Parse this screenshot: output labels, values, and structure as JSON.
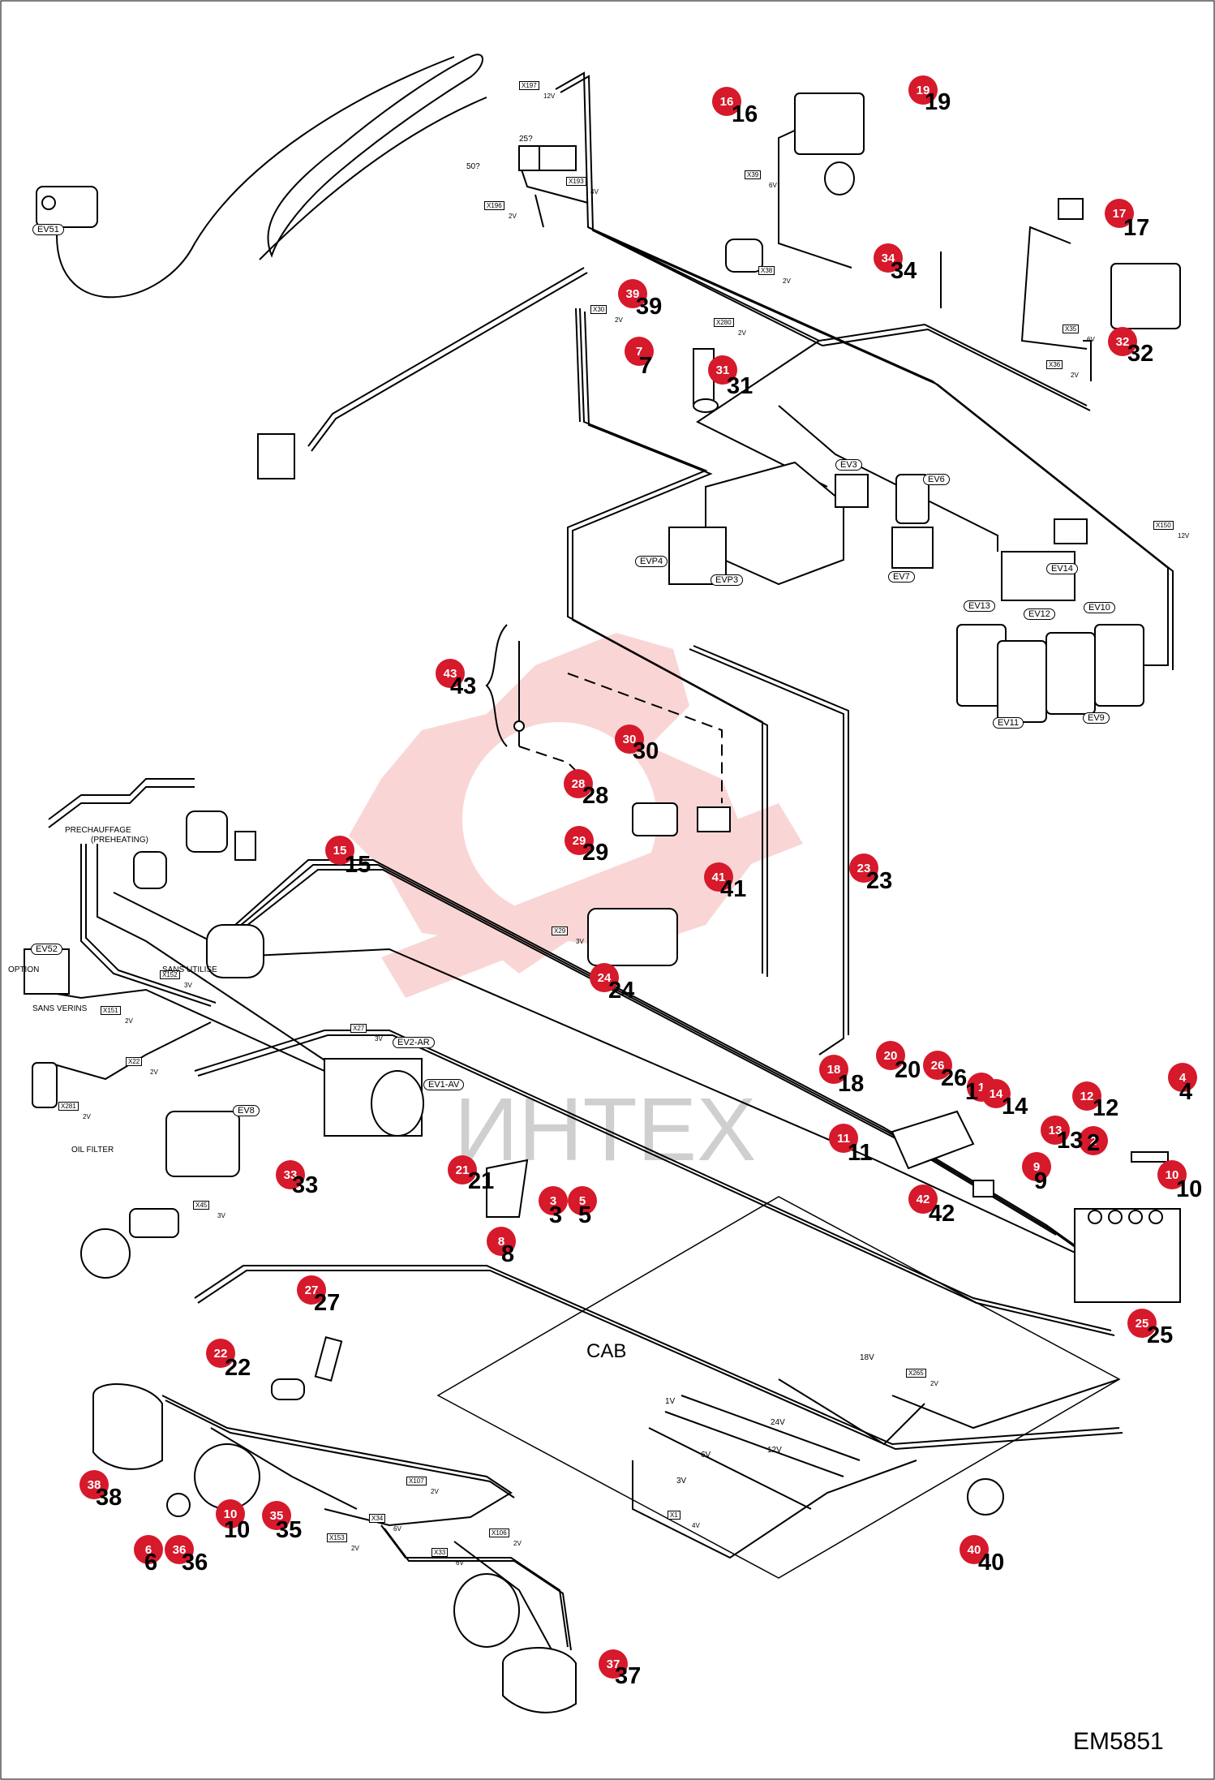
{
  "doc_id": "EM5851",
  "cab_label": "CAB",
  "watermark": "ИНТЕХ",
  "ev_labels": [
    "EV51",
    "EV3",
    "EV6",
    "EVP4",
    "EVP3",
    "EV7",
    "EV14",
    "EV13",
    "EV12",
    "EV10",
    "EV11",
    "EV9",
    "EV52",
    "EV2-AR",
    "EV1-AV",
    "EV8"
  ],
  "connectors": [
    {
      "id": "X197",
      "v": "12V"
    },
    {
      "id": "X193",
      "v": "4V"
    },
    {
      "id": "X196",
      "v": "2V"
    },
    {
      "id": "X39",
      "v": "6V"
    },
    {
      "id": "X38",
      "v": "2V"
    },
    {
      "id": "X30",
      "v": "2V"
    },
    {
      "id": "X280",
      "v": "2V"
    },
    {
      "id": "X35",
      "v": "6V"
    },
    {
      "id": "X36",
      "v": "2V"
    },
    {
      "id": "X150",
      "v": "12V"
    },
    {
      "id": "X29",
      "v": "3V"
    },
    {
      "id": "X152",
      "v": "3V"
    },
    {
      "id": "X151",
      "v": "2V"
    },
    {
      "id": "X22",
      "v": "2V"
    },
    {
      "id": "X281",
      "v": "2V"
    },
    {
      "id": "X27",
      "v": "3V"
    },
    {
      "id": "X45",
      "v": "3V"
    },
    {
      "id": "X107",
      "v": "2V"
    },
    {
      "id": "X34",
      "v": "6V"
    },
    {
      "id": "X153",
      "v": "2V"
    },
    {
      "id": "X106",
      "v": "2V"
    },
    {
      "id": "X33",
      "v": "6V"
    },
    {
      "id": "X265",
      "v": "2V"
    },
    {
      "id": "X1",
      "v": "4V"
    }
  ],
  "wire_labels": [
    "50?",
    "25?",
    "PRECHAUFFAGE",
    "(PREHEATING)",
    "OPTION",
    "SANS VERINS",
    "SANS UTILISE",
    "OIL FILTER",
    "18V",
    "24V",
    "12V",
    "1V",
    "6V",
    "3V"
  ],
  "callouts": [
    {
      "n": "1",
      "part": "1"
    },
    {
      "n": "2",
      "part": "2"
    },
    {
      "n": "3",
      "part": "3"
    },
    {
      "n": "4",
      "part": "4"
    },
    {
      "n": "5",
      "part": "5"
    },
    {
      "n": "6",
      "part": "6"
    },
    {
      "n": "7",
      "part": "7"
    },
    {
      "n": "8",
      "part": "8"
    },
    {
      "n": "9",
      "part": "9"
    },
    {
      "n": "10",
      "part": "10"
    },
    {
      "n": "11",
      "part": "11"
    },
    {
      "n": "12",
      "part": "12"
    },
    {
      "n": "13",
      "part": "13"
    },
    {
      "n": "14",
      "part": "14"
    },
    {
      "n": "15",
      "part": "15"
    },
    {
      "n": "16",
      "part": "16"
    },
    {
      "n": "17",
      "part": "17"
    },
    {
      "n": "18",
      "part": "18"
    },
    {
      "n": "19",
      "part": "19"
    },
    {
      "n": "20",
      "part": "20"
    },
    {
      "n": "21",
      "part": "21"
    },
    {
      "n": "22",
      "part": "22"
    },
    {
      "n": "23",
      "part": "23"
    },
    {
      "n": "24",
      "part": "24"
    },
    {
      "n": "25",
      "part": "25"
    },
    {
      "n": "26",
      "part": "26"
    },
    {
      "n": "27",
      "part": "27"
    },
    {
      "n": "28",
      "part": "28"
    },
    {
      "n": "29",
      "part": "29"
    },
    {
      "n": "30",
      "part": "30"
    },
    {
      "n": "31",
      "part": "31"
    },
    {
      "n": "32",
      "part": "32"
    },
    {
      "n": "33",
      "part": "33"
    },
    {
      "n": "34",
      "part": "34"
    },
    {
      "n": "35",
      "part": "35"
    },
    {
      "n": "36",
      "part": "36"
    },
    {
      "n": "37",
      "part": "37"
    },
    {
      "n": "38",
      "part": "38"
    },
    {
      "n": "39",
      "part": "39"
    },
    {
      "n": "40",
      "part": "40"
    },
    {
      "n": "41",
      "part": "41"
    },
    {
      "n": "42",
      "part": "42"
    },
    {
      "n": "43",
      "part": "43"
    },
    {
      "n": "10",
      "part": "10"
    }
  ]
}
